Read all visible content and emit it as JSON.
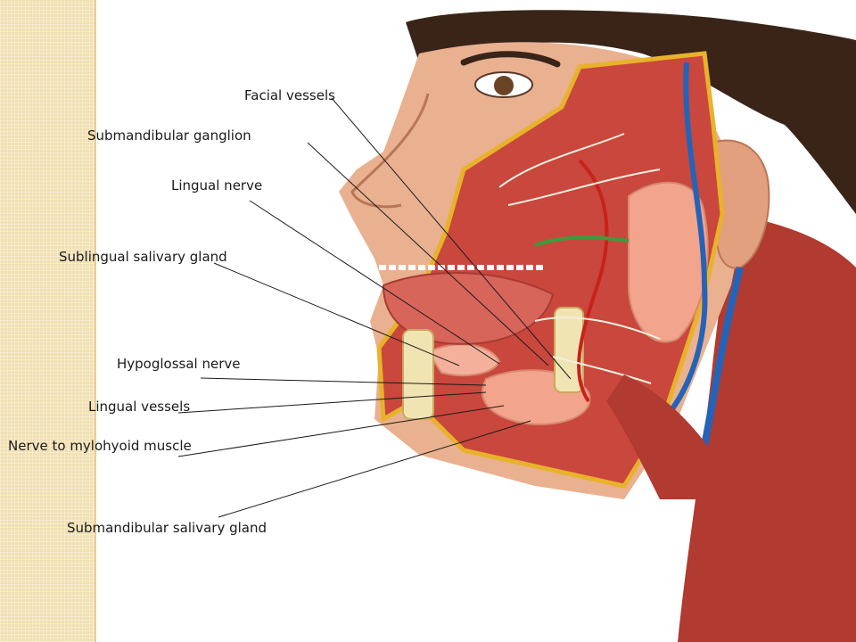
{
  "labels": {
    "facial_vessels": "Facial vessels",
    "submandibular_ganglion": "Submandibular ganglion",
    "lingual_nerve": "Lingual nerve",
    "sublingual_gland": "Sublingual salivary gland",
    "hypoglossal_nerve": "Hypoglossal nerve",
    "lingual_vessels": "Lingual vessels",
    "nerve_mylohyoid": "Nerve to mylohyoid muscle",
    "submandibular_gland": "Submandibular salivary gland"
  },
  "colors": {
    "strip": "#f1dfb0",
    "skin": "#e9b18f",
    "muscle": "#c9473d",
    "gland": "#f2a48c",
    "vein": "#2563b8",
    "artery": "#c8221c",
    "nerve": "#f4efe0",
    "fat_border": "#e8b22a",
    "hair": "#3a2418",
    "bone": "#f1e4b3"
  }
}
